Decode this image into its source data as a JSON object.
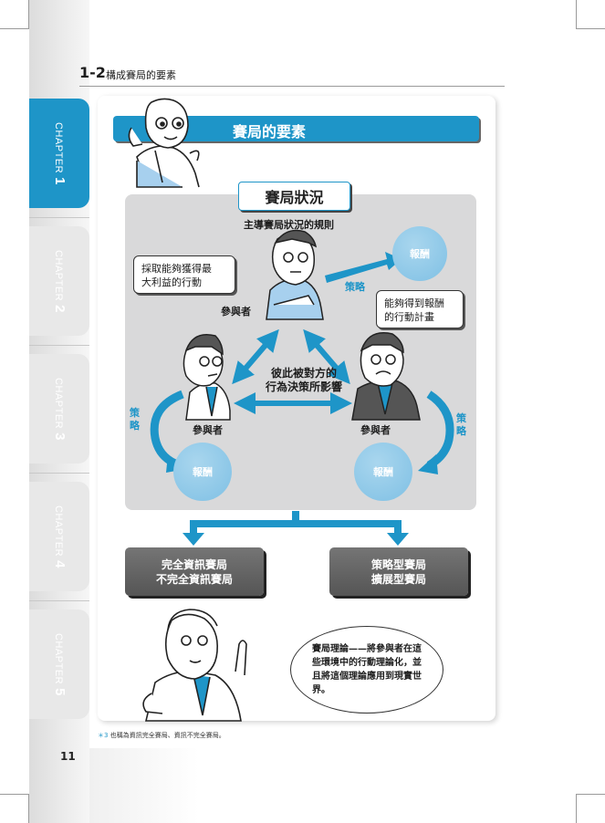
{
  "header": {
    "section_number": "1-2",
    "section_title": "構成賽局的要素"
  },
  "chapter_tabs": [
    {
      "label": "CHAPTER",
      "number": "1",
      "active": true
    },
    {
      "label": "CHAPTER",
      "number": "2",
      "active": false
    },
    {
      "label": "CHAPTER",
      "number": "3",
      "active": false
    },
    {
      "label": "CHAPTER",
      "number": "4",
      "active": false
    },
    {
      "label": "CHAPTER",
      "number": "5",
      "active": false
    }
  ],
  "figure": {
    "title": "賽局的要素",
    "game_state": "賽局狀況",
    "rules_label": "主導賽局狀況的規則",
    "bubble_left": [
      "採取能夠獲得最",
      "大利益的行動"
    ],
    "bubble_right": [
      "能夠得到報酬",
      "的行動計畫"
    ],
    "player_label": "參與者",
    "strategy_label": "策略",
    "payoff_label": "報酬",
    "interaction_text": [
      "彼此被對方的",
      "行為決策所影響"
    ],
    "box_left": [
      "完全資訊賽局",
      "不完全資訊賽局"
    ],
    "box_right": [
      "策略型賽局",
      "擴展型賽局"
    ],
    "speech": "賽局理論——將參與者在這些環境中的行動理論化，並且將這個理論應用到現實世界。"
  },
  "footnote": {
    "mark": "＊3",
    "text": "也稱為資訊完全賽局、資訊不完全賽局。"
  },
  "page_number": "11",
  "colors": {
    "accent": "#1e95c8",
    "light_blue": "#8fc9e8",
    "panel_gray": "#d9d9da",
    "dark_box": "#666666"
  }
}
